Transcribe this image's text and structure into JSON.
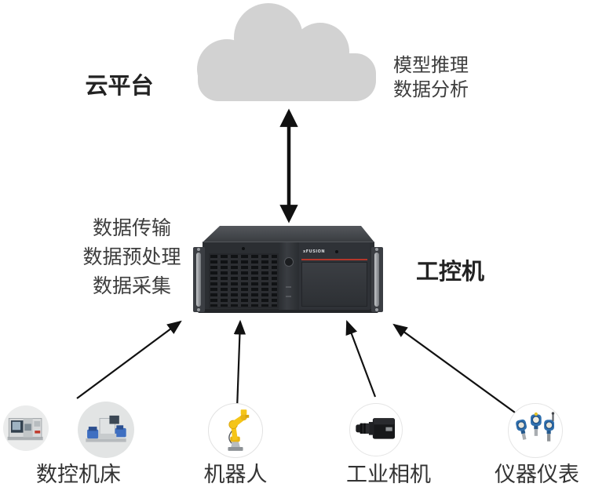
{
  "cloud": {
    "label": "云平台",
    "annotation_lines": [
      "模型推理",
      "数据分析"
    ],
    "color": "#d2d2d2"
  },
  "server": {
    "label": "工控机",
    "brand": "xFUSION",
    "left_lines": [
      "数据传输",
      "数据预处理",
      "数据采集"
    ],
    "accent_color": "#b5372a"
  },
  "devices": [
    {
      "label": "数控机床"
    },
    {
      "label": "机器人"
    },
    {
      "label": "工业相机"
    },
    {
      "label": "仪器仪表"
    }
  ],
  "arrow_color": "#111111"
}
